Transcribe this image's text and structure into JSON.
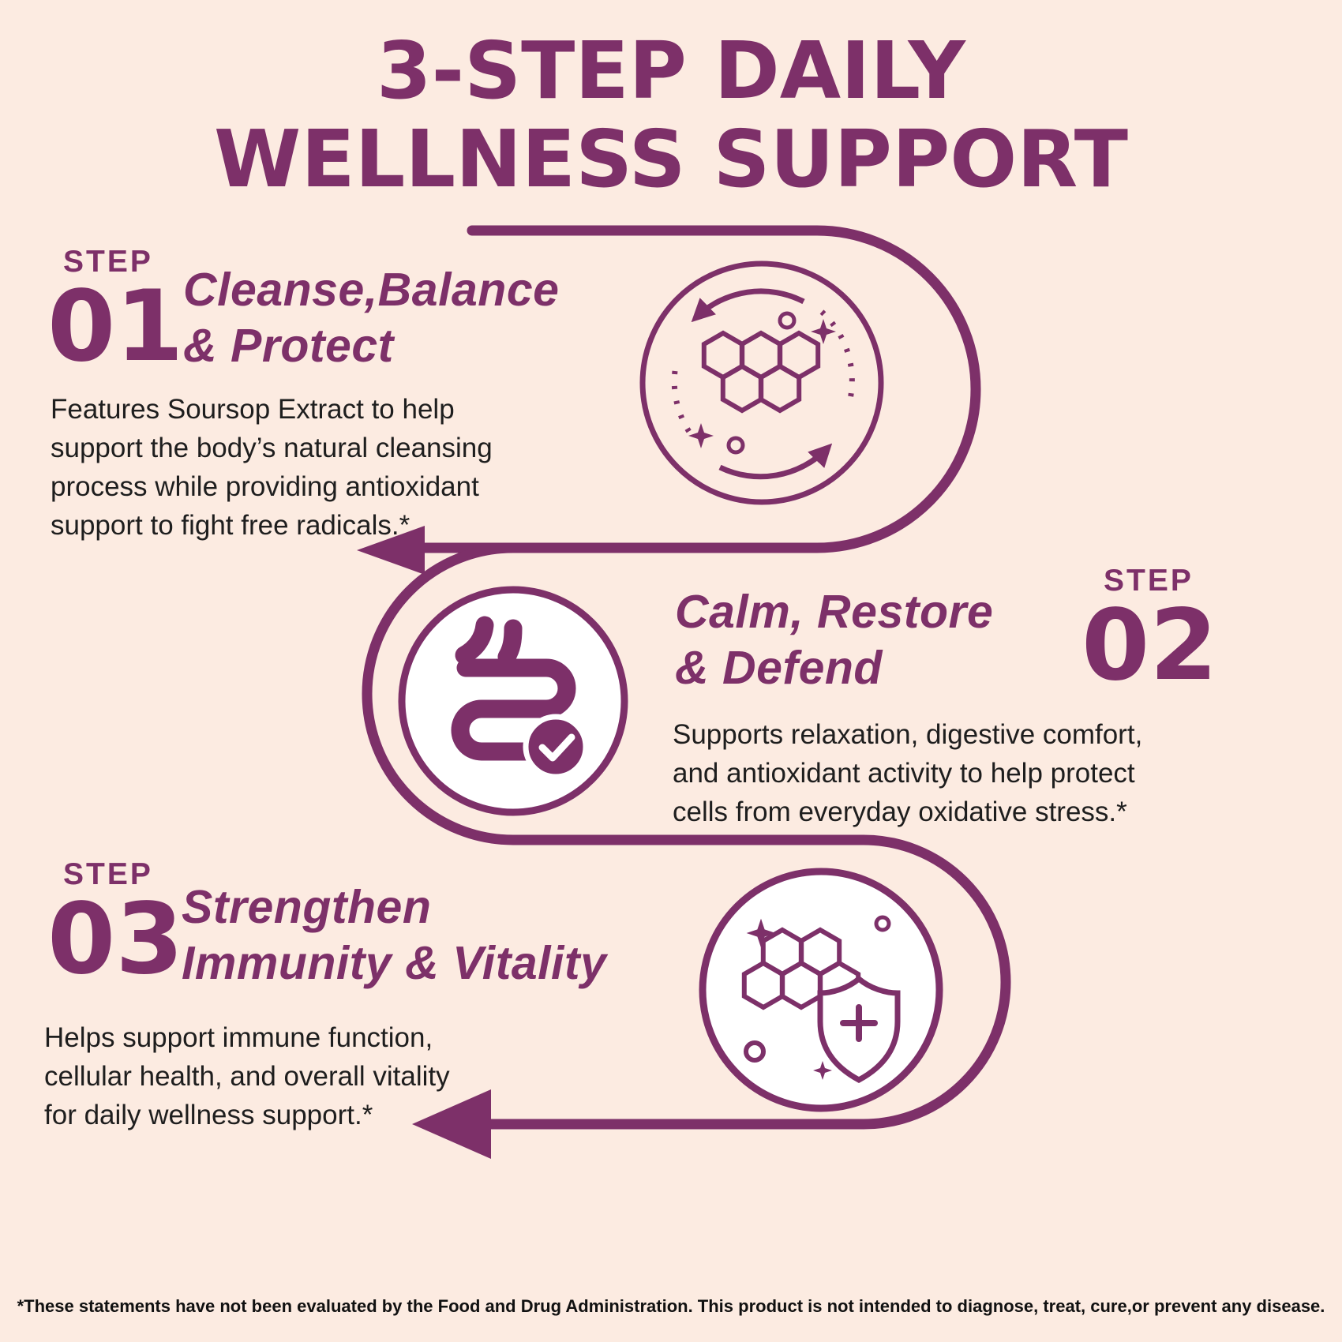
{
  "page": {
    "background": "#fcebe1",
    "accent": "#7d3069",
    "text_color": "#1e1e1e"
  },
  "title": {
    "line1": "3-STEP DAILY",
    "line2": "WELLNESS SUPPORT"
  },
  "steps": [
    {
      "label": "STEP",
      "number": "01",
      "heading": "Cleanse,Balance\n& Protect",
      "body": "Features Soursop Extract to help\nsupport the body’s natural cleansing\nprocess while providing antioxidant\nsupport to fight free radicals.*",
      "icon": "cleanse-cycle-hexagon-icon"
    },
    {
      "label": "STEP",
      "number": "02",
      "heading": "Calm, Restore\n& Defend",
      "body": "Supports relaxation, digestive comfort,\nand antioxidant activity to help protect\ncells from everyday oxidative stress.*",
      "icon": "digestive-comfort-check-icon"
    },
    {
      "label": "STEP",
      "number": "03",
      "heading": "Strengthen\nImmunity & Vitality",
      "body": "Helps support immune function,\ncellular health, and overall vitality\nfor daily wellness support.*",
      "icon": "immunity-shield-hexagon-icon"
    }
  ],
  "footer": {
    "disclaimer": "*These statements have not been evaluated by the Food and Drug Administration. This product is not intended to diagnose, treat, cure,or prevent any disease."
  }
}
